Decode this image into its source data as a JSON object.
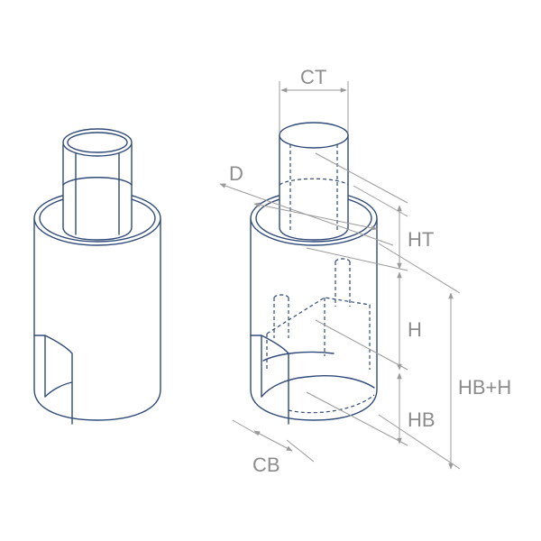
{
  "diagram": {
    "colors": {
      "outline": "#2f4a78",
      "dimension": "#9a9a9a",
      "label": "#8c8c8c",
      "background": "#ffffff"
    },
    "labels": {
      "ct": "CT",
      "d": "D",
      "ht": "HT",
      "h": "H",
      "hb": "HB",
      "hb_plus_h": "HB+H",
      "cb": "CB"
    }
  }
}
